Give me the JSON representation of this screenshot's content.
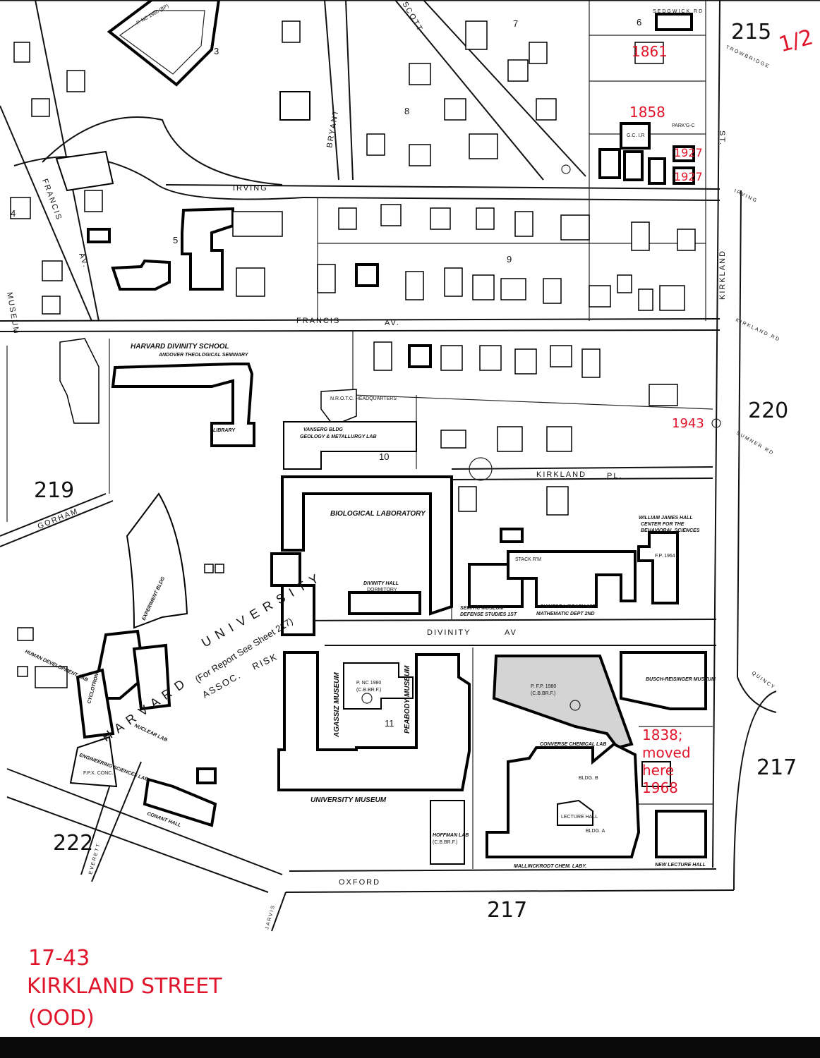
{
  "sheet_numbers": {
    "top_right": "215",
    "top_right_suffix": "1/2",
    "right_middle": "220",
    "right_lower": "217",
    "left_middle": "219",
    "bottom_left": "222",
    "bottom_center": "217"
  },
  "streets": {
    "irving": "IRVING",
    "irving_east": "IRVING",
    "francis_av": "FRANCIS",
    "francis_av_suffix": "AV.",
    "francis_left": "FRANCIS",
    "francis_left_av": "AV.",
    "bryant": "BRYANT",
    "scott": "SCOTT",
    "kirkland_st": "KIRKLAND",
    "st": "ST.",
    "museum": "MUSEUM",
    "kirkland_pl": "KIRKLAND",
    "kirkland_pl_suffix": "PL.",
    "divinity_av": "DIVINITY",
    "divinity_suffix": "AV",
    "oxford": "OXFORD",
    "gorham": "GORHAM",
    "everett": "EVERETT",
    "jarvis": "JARVIS",
    "quincy": "QUINCY",
    "sedgwick": "SEDGWICK RD",
    "trowbridge": "TROWBRIDGE",
    "kirkland_rd": "KIRKLAND RD",
    "sumner": "SUMNER RD"
  },
  "blocks": [
    "3",
    "5",
    "6",
    "7",
    "8",
    "9",
    "10",
    "11",
    "4"
  ],
  "buildings": {
    "divinity_school": "HARVARD DIVINITY SCHOOL",
    "andover": "ANDOVER THEOLOGICAL SEMINARY",
    "library": "LIBRARY",
    "naval_rotc": "N.R.O.T.C. HEADQUARTERS",
    "vanserg": "VANSERG BLDG",
    "geology": "GEOLOGY & METALLURGY LAB",
    "biological": "BIOLOGICAL LABORATORY",
    "divinity_hall": "DIVINITY HALL",
    "divinity_hall_sub": "DORMITORY",
    "william_james": "WILLIAM JAMES HALL",
    "william_james_sub1": "CENTER FOR THE",
    "william_james_sub2": "BEHAVIORAL SCIENCES",
    "william_james_fp": "F.P. 1964",
    "stack_room": "STACK R'M",
    "semitic": "SEMITIC MUSEUM",
    "semitic_sub": "DEFENSE STUDIES 1ST",
    "chinese_library": "CHINESE LIBRARY 1ST",
    "math_dept": "MATHEMATIC DEPT 2ND",
    "agassiz": "AGASSIZ MUSEUM",
    "peabody": "PEABODY MUSEUM",
    "university_museum": "UNIVERSITY MUSEUM",
    "nc1980": "P. NC 1980",
    "nc1980_sub": "(C.B.BR.F.)",
    "hoffman": "HOFFMAN LAB",
    "hoffman_sub": "(C.B.BR.F.)",
    "fp1980": "P. F.P. 1980",
    "fp1980_sub": "(C.B.BR.F.)",
    "converse": "CONVERSE CHEMICAL LAB",
    "lecture_hall": "LECTURE HALL",
    "bldg_a": "BLDG. A",
    "bldg_b": "BLDG. B",
    "mallinckrodt": "MALLINCKRODT CHEM. LABY.",
    "busch": "BUSCH-REISINGER MUSEUM",
    "new_lecture": "NEW LECTURE HALL",
    "experiment": "EXPERIMENT BLDG",
    "engineering": "ENGINEERING SCIENCES LAB",
    "engineering_sub": "F.P.X. CONC.",
    "conant": "CONANT HALL",
    "nuclear": "NUCLEAR LAB",
    "cyclotron": "CYCLOTRON",
    "humane": "HUMAN DEVELOPMENT LAB",
    "ncbp": "P. NC 1980 (BP)",
    "parking": "PARK'G-C",
    "gc": "G.C. I.R"
  },
  "campus_label": {
    "letters": "H A R V A R D",
    "univ": "U N I V E R S I T Y",
    "note": "(For Report See Sheet 217)",
    "assoc": "ASSOC.",
    "risk": "RISK"
  },
  "handwritten": {
    "annotation_1861": "1861",
    "annotation_1858": "1858",
    "annotation_1927a": "1927",
    "annotation_1927b": "1927",
    "annotation_1943": "1943",
    "annotation_moved": "1838; moved here 1968",
    "footer_line1": "17-43",
    "footer_line2": "KIRKLAND STREET",
    "footer_line3": "(OOD)"
  },
  "colors": {
    "ink": "#111111",
    "annotation_red": "#e0142a",
    "shade": "#d4d4d4"
  }
}
